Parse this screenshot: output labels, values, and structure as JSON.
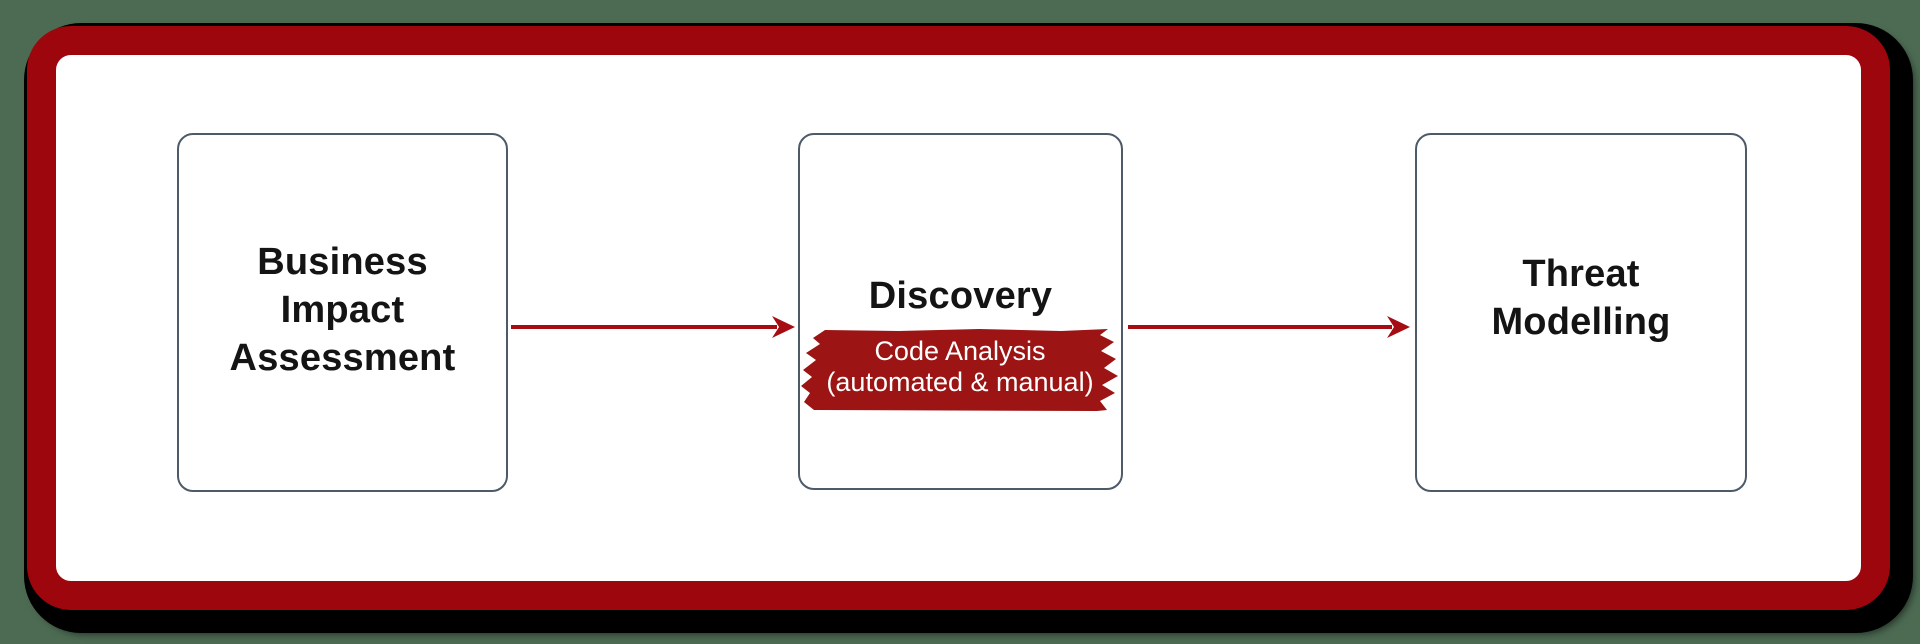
{
  "colors": {
    "page_background": "#4d6b53",
    "frame_red": "#9d060d",
    "frame_shadow": "#000000",
    "node_border": "#4d5a68",
    "node_background": "#ffffff",
    "arrow_red": "#a50d12",
    "highlight_red": "#9c1414",
    "title_text": "#141414",
    "highlight_text": "#ffffff"
  },
  "diagram": {
    "nodes": [
      {
        "id": "business-impact-assessment",
        "lines": [
          "Business",
          "Impact",
          "Assessment"
        ]
      },
      {
        "id": "discovery",
        "title": "Discovery",
        "highlight": {
          "lines": [
            "Code Analysis",
            "(automated & manual)"
          ]
        }
      },
      {
        "id": "threat-modelling",
        "lines": [
          "Threat",
          "Modelling"
        ]
      }
    ],
    "connectors": [
      {
        "from": "business-impact-assessment",
        "to": "discovery"
      },
      {
        "from": "discovery",
        "to": "threat-modelling"
      }
    ]
  }
}
